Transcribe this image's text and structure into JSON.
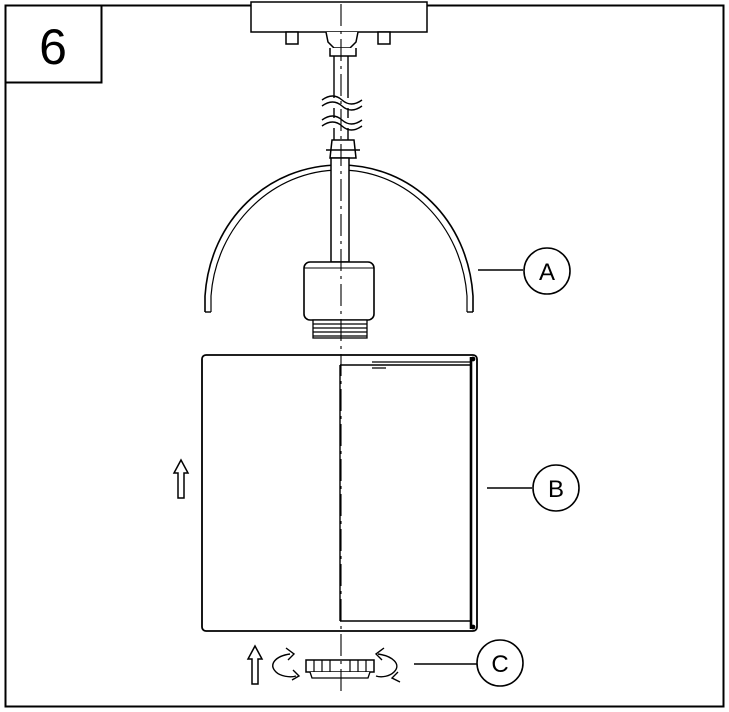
{
  "step": {
    "number": "6"
  },
  "callouts": {
    "a": {
      "letter": "A",
      "part": "shade-top"
    },
    "b": {
      "letter": "B",
      "part": "cylinder-shade"
    },
    "c": {
      "letter": "C",
      "part": "bottom-ring"
    }
  },
  "arrows": {
    "shade_direction": "up",
    "ring_direction": "up",
    "ring_rotation": "twist-to-lock"
  },
  "colors": {
    "line": "#000000",
    "background": "#ffffff",
    "centerline": "#000000"
  }
}
